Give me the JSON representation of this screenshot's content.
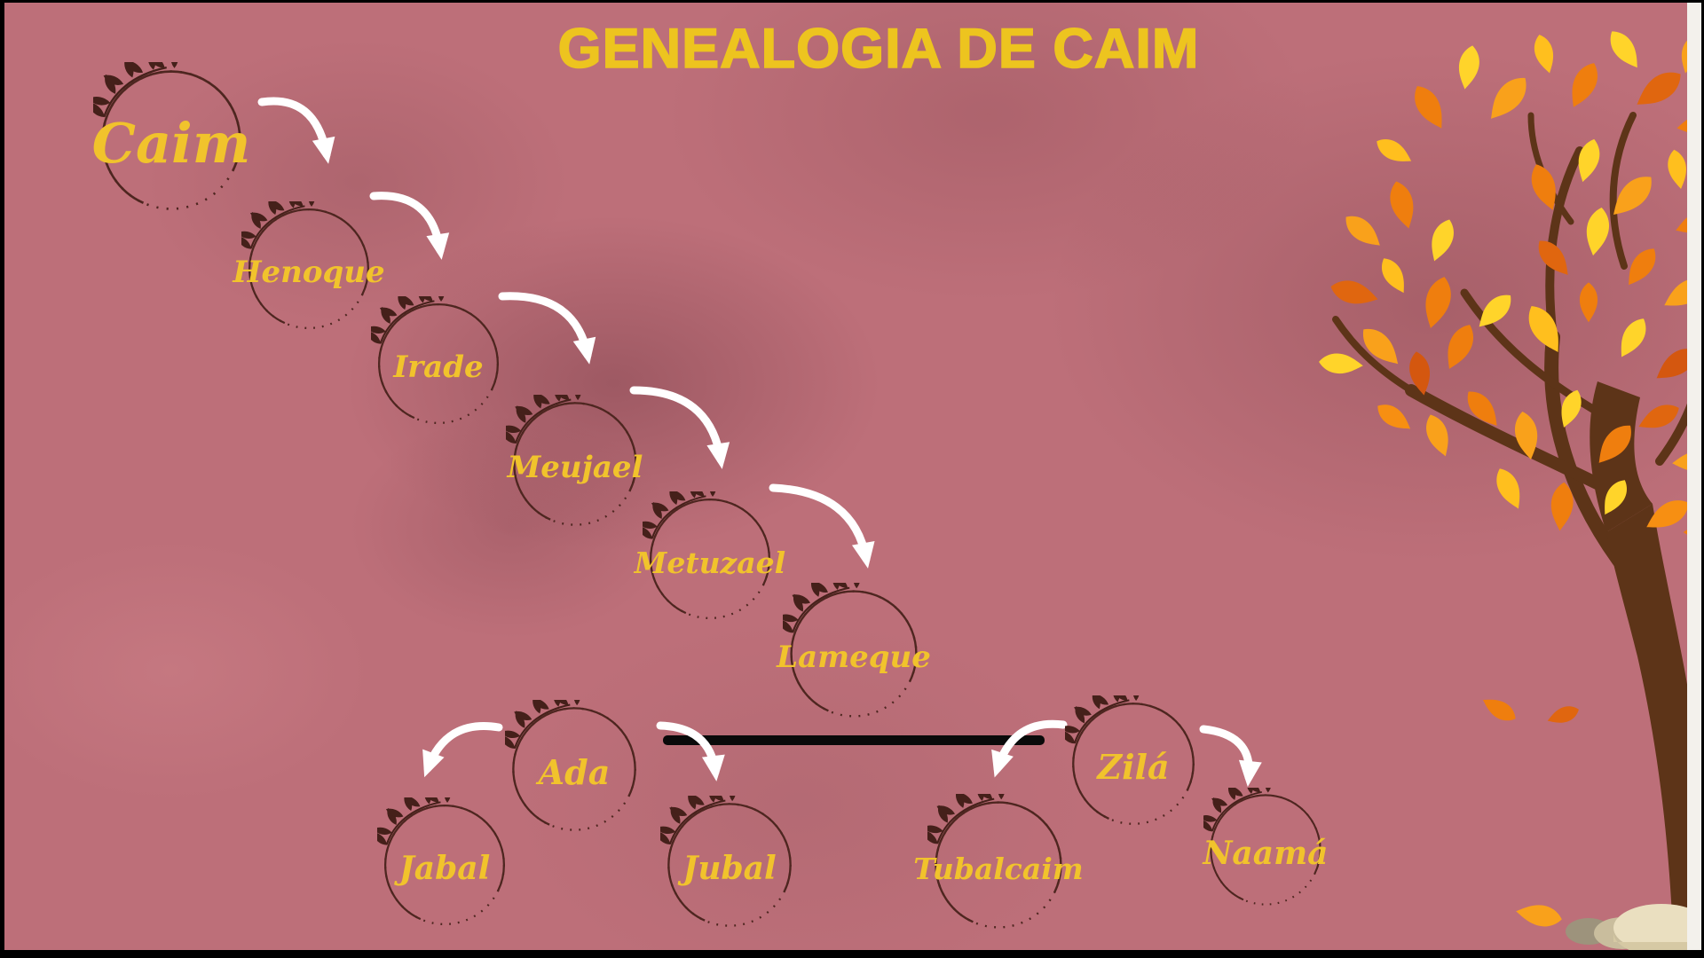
{
  "title": "GENEALOGIA DE CAIM",
  "people": [
    {
      "name": "Caim"
    },
    {
      "name": "Henoque"
    },
    {
      "name": "Irade"
    },
    {
      "name": "Meujael"
    },
    {
      "name": "Metuzael"
    },
    {
      "name": "Lameque"
    },
    {
      "name": "Ada"
    },
    {
      "name": "Zilá"
    },
    {
      "name": "Jabal"
    },
    {
      "name": "Jubal"
    },
    {
      "name": "Tubalcaim"
    },
    {
      "name": "Naamá"
    }
  ],
  "connections": [
    {
      "from": "Caim",
      "to": "Henoque"
    },
    {
      "from": "Henoque",
      "to": "Irade"
    },
    {
      "from": "Irade",
      "to": "Meujael"
    },
    {
      "from": "Meujael",
      "to": "Metuzael"
    },
    {
      "from": "Metuzael",
      "to": "Lameque"
    },
    {
      "from": "Ada",
      "to": "Jabal"
    },
    {
      "from": "Ada",
      "to": "Jubal"
    },
    {
      "from": "Zilá",
      "to": "Tubalcaim"
    },
    {
      "from": "Zilá",
      "to": "Naamá"
    }
  ],
  "union_line": {
    "connects": [
      "Ada",
      "Zilá"
    ]
  },
  "colors": {
    "background": "#bd6f79",
    "title_text": "#edc41f",
    "name_text": "#f1c32c",
    "wreath_stroke": "#4e2620",
    "arrow": "#ffffff",
    "union_line": "#0a0a0a",
    "leaf_orange": "#ef7e0e",
    "leaf_yellow": "#ffd42a",
    "branch_brown": "#5d3418",
    "stone_beige": "#eadfc0"
  },
  "decor": {
    "tree": "autumn-tree-illustration",
    "stones": "beige-stones",
    "wreath": "leaf-wreath-circle"
  }
}
